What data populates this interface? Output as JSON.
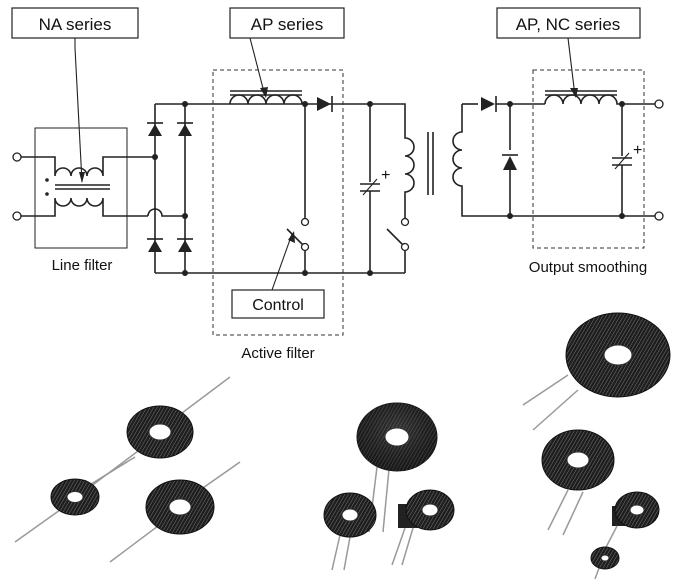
{
  "labels": {
    "na_series": "NA series",
    "ap_series": "AP series",
    "ap_nc_series": "AP, NC series",
    "line_filter": "Line filter",
    "control": "Control",
    "active_filter": "Active filter",
    "output_smoothing": "Output smoothing",
    "plus_1": "+",
    "plus_2": "+"
  },
  "colors": {
    "wire": "#222222",
    "coil_dark": "#1c1c1c",
    "coil_light": "#d9d9d9",
    "background": "#ffffff"
  }
}
